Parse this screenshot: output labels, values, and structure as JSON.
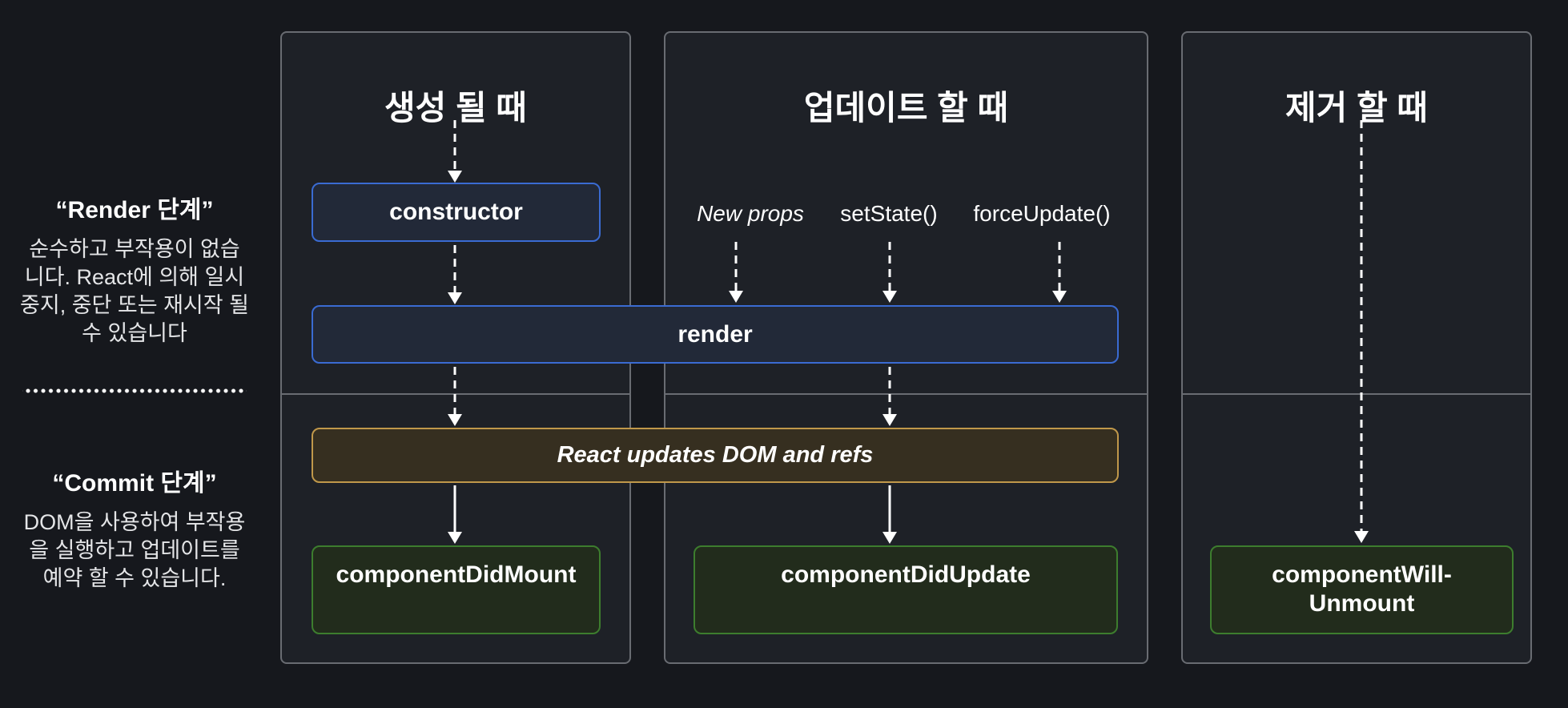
{
  "sidebar": {
    "render_phase": {
      "title": "“Render 단계”",
      "lines": [
        "순수하고 부작용이 없습",
        "니다. React에 의해 일시",
        "중지, 중단 또는 재시작 될",
        "수 있습니다"
      ]
    },
    "commit_phase": {
      "title": "“Commit 단계”",
      "lines": [
        "DOM을 사용하여 부작용",
        "을 실행하고 업데이트를",
        "예약 할 수 있습니다."
      ]
    }
  },
  "columns": {
    "create": {
      "title": "생성 될 때"
    },
    "update": {
      "title": "업데이트 할 때",
      "triggers": [
        "New props",
        "setState()",
        "forceUpdate()"
      ]
    },
    "unmount": {
      "title": "제거 할 때"
    }
  },
  "nodes": {
    "constructor": "constructor",
    "render": "render",
    "react_updates": "React updates DOM and refs",
    "component_did_mount": "componentDidMount",
    "component_did_update": "componentDidUpdate",
    "component_will_unmount_line1": "componentWill-",
    "component_will_unmount_line2": "Unmount"
  },
  "colors": {
    "background": "#16181d",
    "panel_background": "#1e2127",
    "panel_border": "#696c72",
    "blue_border": "#3a6bd2",
    "blue_fill": "#222938",
    "amber_border": "#c0984a",
    "amber_fill": "#362f20",
    "green_border": "#3d7d2e",
    "green_fill": "#222c1c",
    "arrow": "#ffffff"
  }
}
